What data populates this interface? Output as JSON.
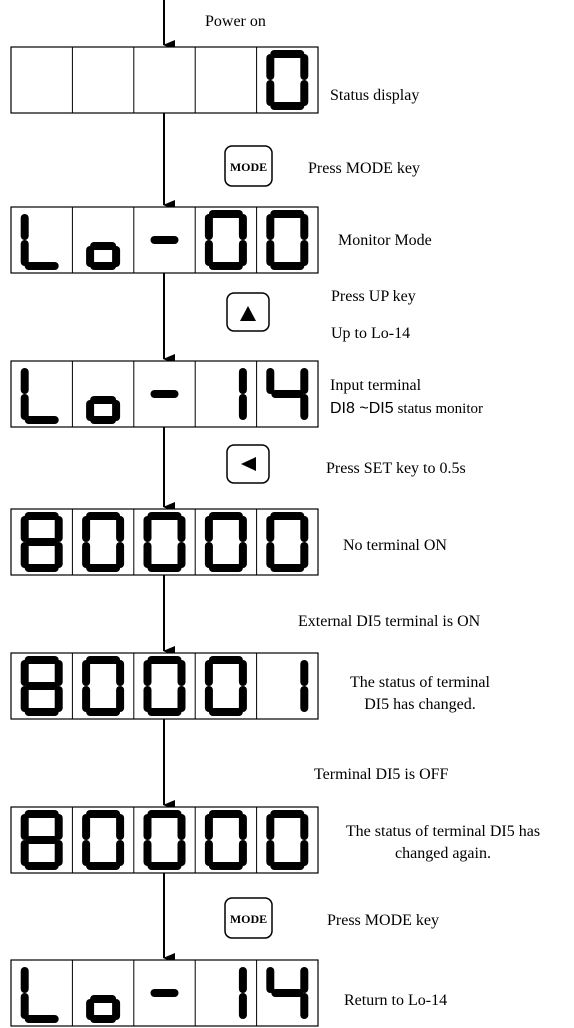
{
  "steps": {
    "power_on": "Power on",
    "status_display": "Status display",
    "press_mode_1": "Press MODE key",
    "monitor_mode": "Monitor Mode",
    "press_up": "Press UP key",
    "up_to": "Up to Lo-14",
    "input_terminal": "Input terminal",
    "di_prefix": "DI8 ~DI5",
    "di_suffix": "status monitor",
    "press_set": "Press SET key to 0.5s",
    "no_terminal_on": "No terminal ON",
    "di5_on": "External DI5 terminal is ON",
    "di5_changed_l1": "The status of terminal",
    "di5_changed_l2": "DI5 has changed.",
    "di5_off": "Terminal DI5 is OFF",
    "di5_changed_again_l1": "The status of terminal DI5 has",
    "di5_changed_again_l2": "changed again.",
    "press_mode_2": "Press MODE key",
    "return": "Return to Lo-14"
  },
  "keys": {
    "mode_label": "MODE",
    "up_icon": "triangle-up-icon",
    "left_icon": "triangle-left-icon"
  },
  "displays": [
    [
      "",
      "",
      "",
      "",
      "0"
    ],
    [
      "L",
      "o",
      "-",
      "0",
      "0"
    ],
    [
      "L",
      "o",
      "-",
      "1",
      "4"
    ],
    [
      "8",
      "0",
      "0",
      "0",
      "0"
    ],
    [
      "8",
      "0",
      "0",
      "0",
      "1"
    ],
    [
      "8",
      "0",
      "0",
      "0",
      "0"
    ],
    [
      "L",
      "o",
      "-",
      "1",
      "4"
    ]
  ]
}
